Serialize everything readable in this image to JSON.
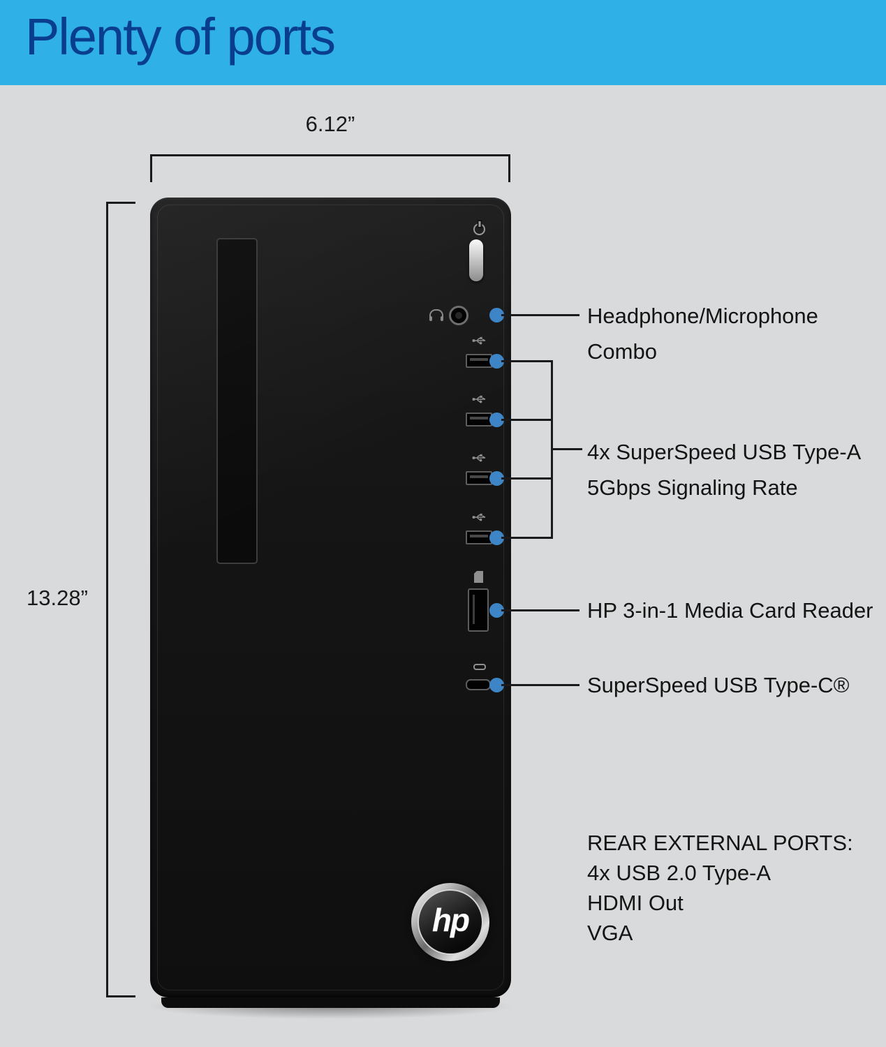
{
  "header": {
    "title": "Plenty of ports"
  },
  "dimensions": {
    "width": "6.12”",
    "height": "13.28”"
  },
  "callouts": {
    "headphone": {
      "line1": "Headphone/Microphone",
      "line2": "Combo"
    },
    "usb_a": {
      "line1": "4x SuperSpeed USB Type-A",
      "line2": "5Gbps Signaling Rate"
    },
    "card_reader": {
      "line1": "HP 3-in-1 Media Card Reader"
    },
    "usb_c": {
      "line1": "SuperSpeed USB Type-C®"
    }
  },
  "rear_ports": {
    "title": "REAR EXTERNAL  PORTS:",
    "items": [
      "4x USB 2.0 Type-A",
      "HDMI Out",
      "VGA"
    ]
  },
  "logo": {
    "text": "hp"
  },
  "icons": {
    "power_led": "power-icon",
    "power_button": "power-button",
    "headphone": "headset-icon",
    "headphone_jack": "headphone-jack",
    "usb_a": "usb-icon",
    "card_reader": "sd-card-icon",
    "usb_c": "usb-c-icon",
    "port_indicator": "port-indicator-dot"
  },
  "colors": {
    "header_bg": "#2FB0E6",
    "header_text": "#093E8E",
    "body_bg": "#D9DADB",
    "tower": "#141414",
    "port_dot": "#3D85C6",
    "line": "#1A1A1A"
  }
}
